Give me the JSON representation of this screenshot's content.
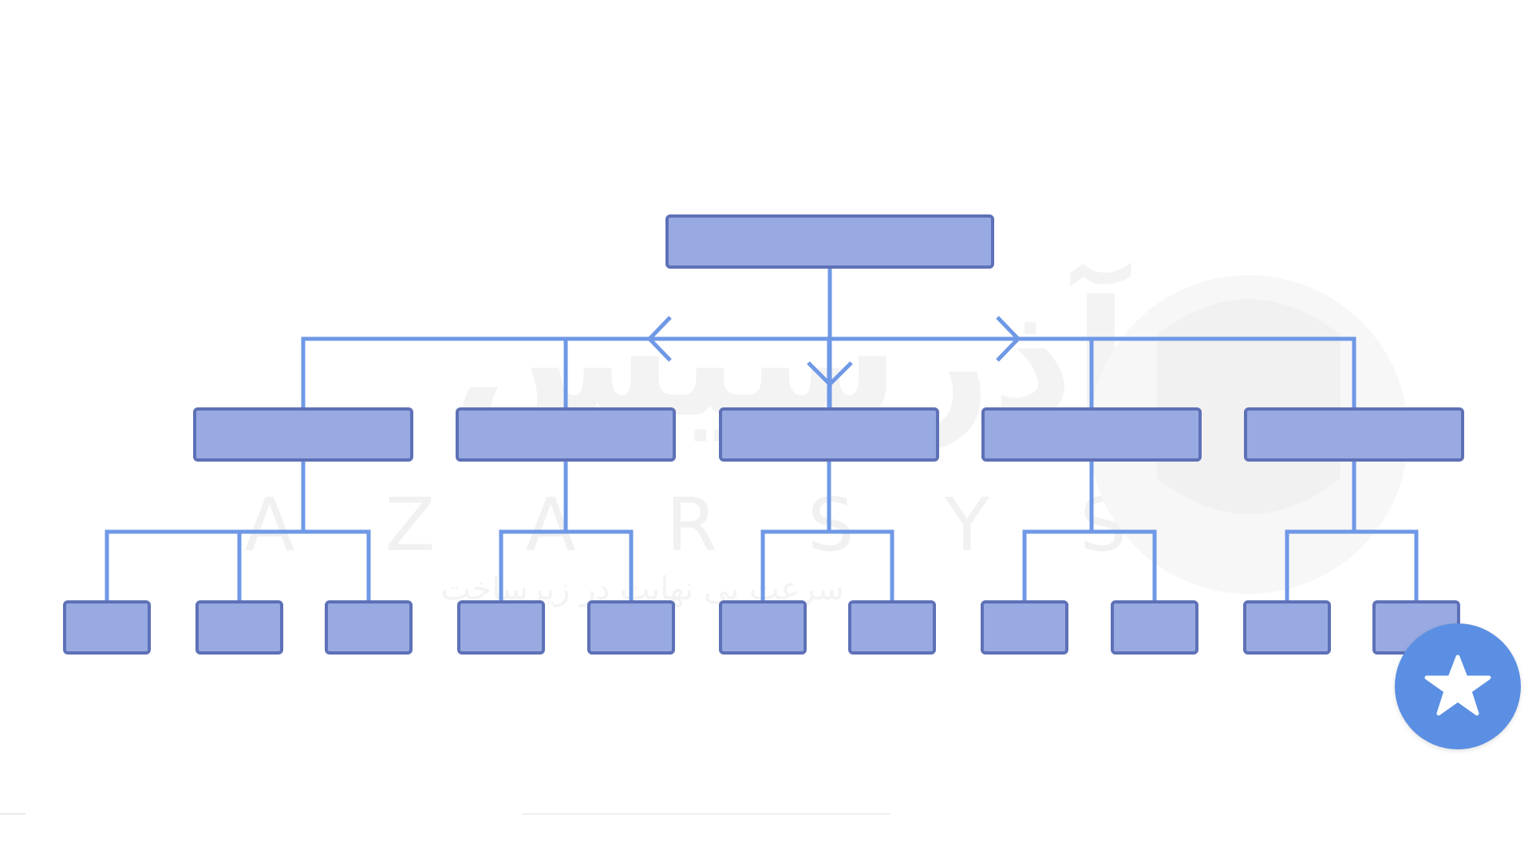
{
  "diagram": {
    "type": "hierarchy-tree",
    "levels": 3,
    "root_count": 1,
    "middle_count": 5,
    "leaf_counts_per_middle": [
      3,
      2,
      2,
      2,
      2
    ],
    "colors": {
      "box_fill": "#94a7e0",
      "box_border": "#5e71b7",
      "connector": "#6f98e6"
    }
  },
  "watermark": {
    "brand_latin": "A Z A R S Y S",
    "brand_persian": "آذرسیس",
    "tagline_persian": "سرعت بی نهایت در زیرساخت",
    "color": "#f3f3f3"
  },
  "fab": {
    "icon": "star-icon",
    "color": "#5b8fe3"
  }
}
